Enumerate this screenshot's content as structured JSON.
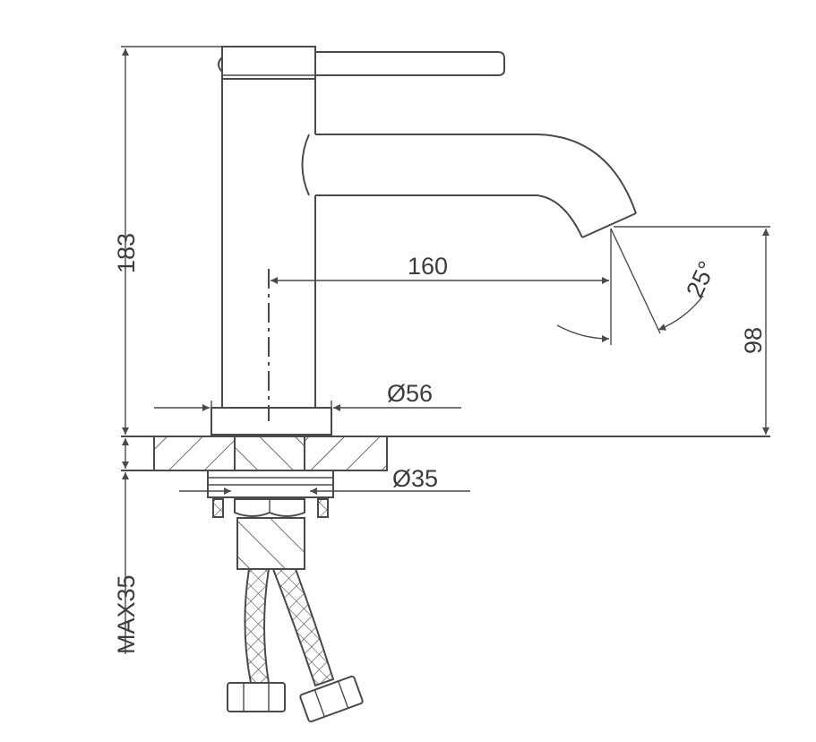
{
  "drawing": {
    "title": "Basin faucet dimension drawing",
    "dimensions": {
      "total_height": "183",
      "spout_reach": "160",
      "spout_height": "98",
      "spout_angle": "25°",
      "base_diameter": "Ø56",
      "mounting_hole_diameter": "Ø35",
      "max_deck_thickness": "MAX35"
    },
    "line_color": "#4a4a4a"
  }
}
